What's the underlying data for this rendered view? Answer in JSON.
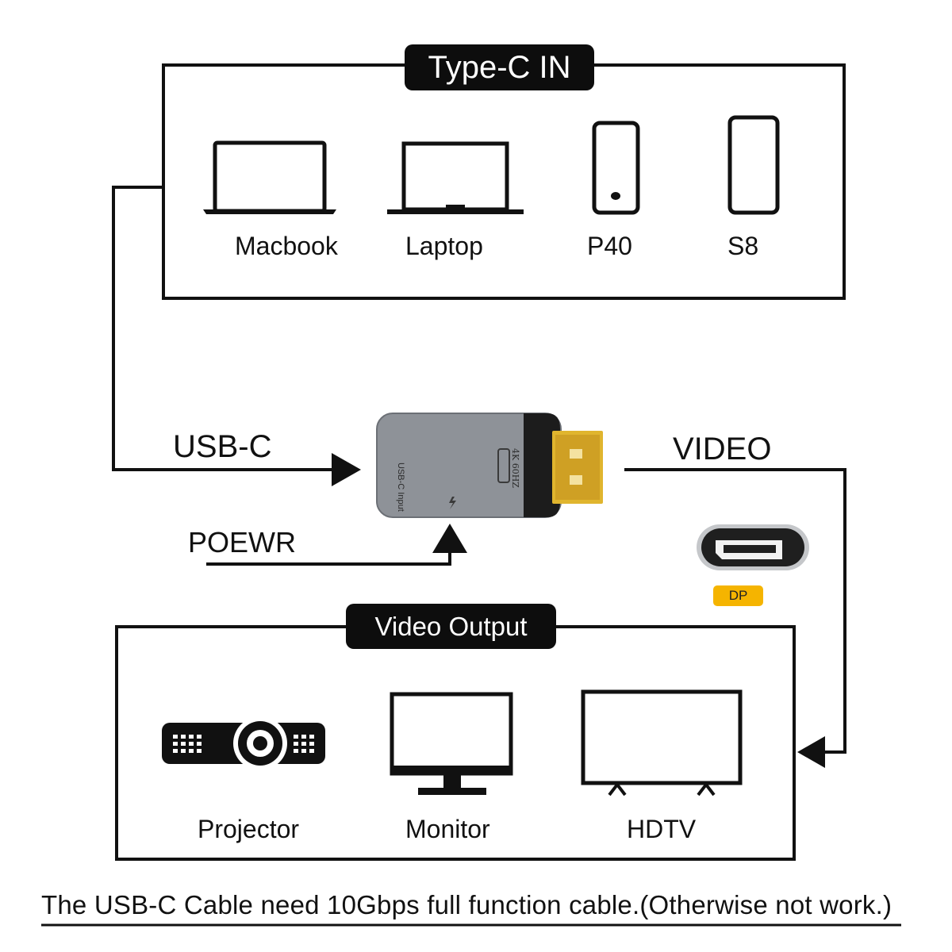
{
  "top_box": {
    "title": "Type-C IN",
    "devices": [
      {
        "label": "Macbook",
        "icon": "macbook-icon"
      },
      {
        "label": "Laptop",
        "icon": "laptop-icon"
      },
      {
        "label": "P40",
        "icon": "phone-icon"
      },
      {
        "label": "S8",
        "icon": "phone-icon"
      }
    ]
  },
  "adapter": {
    "input_label": "USB-C",
    "power_label": "POEWR",
    "output_label": "VIDEO",
    "body_text_port": "USB-C Input",
    "body_text_res": "4K 60HZ",
    "port_badge": "DP"
  },
  "bottom_box": {
    "title": "Video Output",
    "devices": [
      {
        "label": "Projector",
        "icon": "projector-icon"
      },
      {
        "label": "Monitor",
        "icon": "monitor-icon"
      },
      {
        "label": "HDTV",
        "icon": "tv-icon"
      }
    ]
  },
  "footer_note": "The USB-C Cable need 10Gbps full function cable.(Otherwise not work.)",
  "colors": {
    "line": "#111111",
    "pill_bg": "#0d0d0d",
    "adapter_body": "#8e9298",
    "connector_gold": "#e0b52e",
    "dp_badge": "#f5b400"
  }
}
